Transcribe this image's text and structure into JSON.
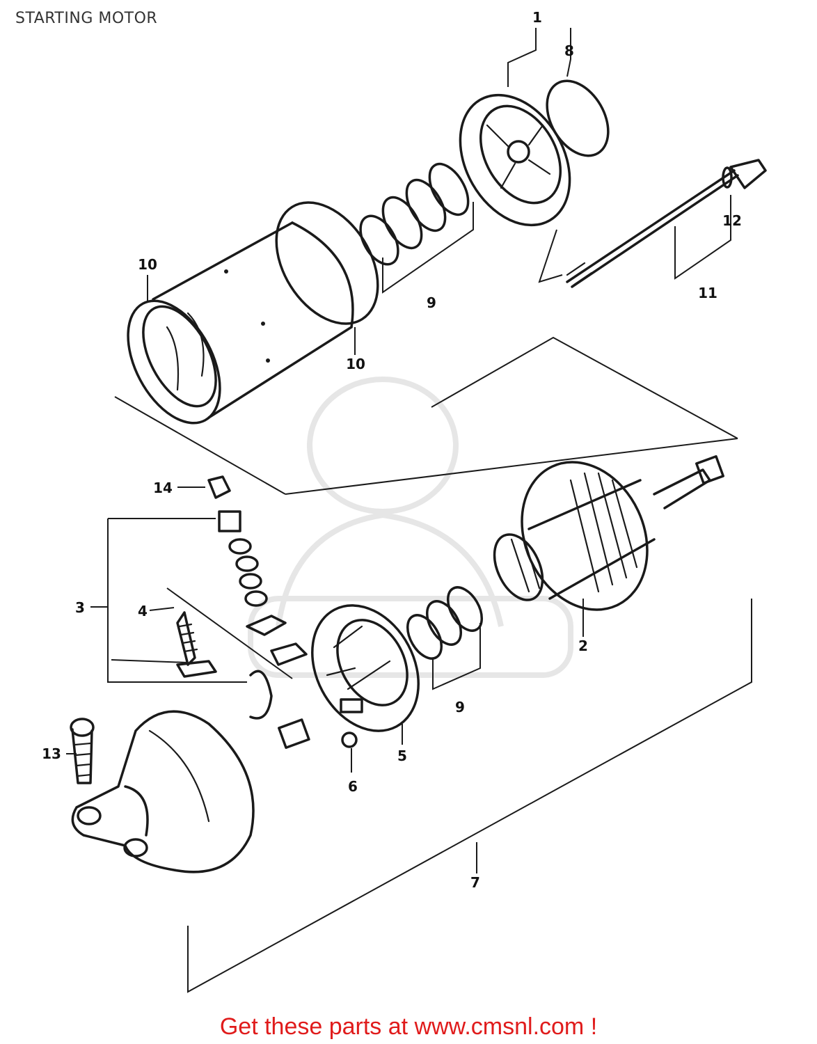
{
  "page": {
    "title": "STARTING MOTOR"
  },
  "callouts": {
    "c1_top": "1",
    "c8": "8",
    "c12": "12",
    "c11": "11",
    "c9_top": "9",
    "c10_left": "10",
    "c10_bottom": "10",
    "c14": "14",
    "c3": "3",
    "c4": "4",
    "c2": "2",
    "c9_mid": "9",
    "c5": "5",
    "c6": "6",
    "c13": "13",
    "c7": "7"
  },
  "footer": {
    "text": "Get these parts at www.cmsnl.com !"
  },
  "colors": {
    "footer_text": "#e01b1b",
    "line": "#1a1a1a",
    "watermark": "#e6e6e6"
  }
}
